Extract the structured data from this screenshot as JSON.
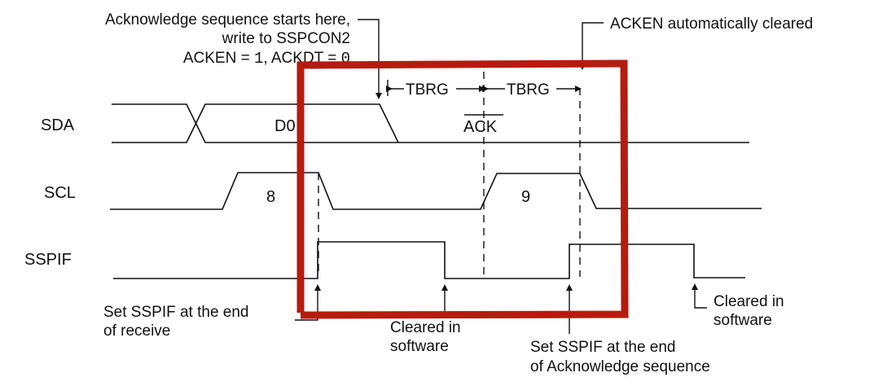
{
  "signals": {
    "sda": "SDA",
    "scl": "SCL",
    "sspif": "SSPIF"
  },
  "waveform_labels": {
    "data_bit": "D0",
    "clock_8": "8",
    "clock_9": "9",
    "ack": "ACK",
    "tbrg_1": "TBRG",
    "tbrg_2": "TBRG"
  },
  "annotations": {
    "ack_start_line1": "Acknowledge sequence starts here,",
    "ack_start_line2": "write to SSPCON2",
    "ack_start_line3_a": "ACKEN = ",
    "ack_start_line3_b": "1",
    "ack_start_line3_c": ", ACKDT = ",
    "ack_start_line3_d": "0",
    "acken_cleared": "ACKEN automatically cleared",
    "set_receive_line1": "Set SSPIF at the end",
    "set_receive_line2": "of receive",
    "cleared_mid_line1": "Cleared in",
    "cleared_mid_line2": "software",
    "set_ack_line1": "Set SSPIF at the end",
    "set_ack_line2": "of Acknowledge sequence",
    "cleared_right_line1": "Cleared in",
    "cleared_right_line2": "software"
  },
  "colors": {
    "highlight": "#b51c0e",
    "ink": "#111111"
  }
}
